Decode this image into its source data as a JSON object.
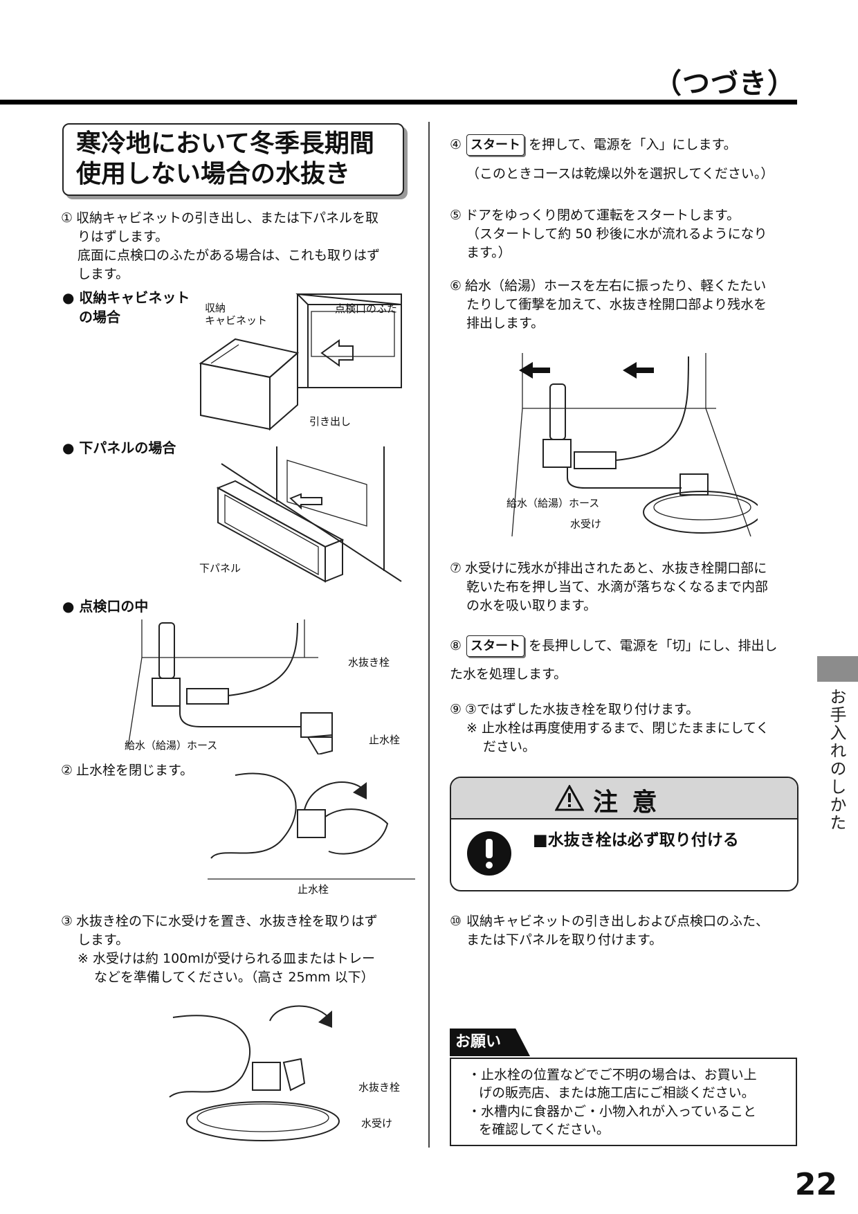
{
  "header": {
    "title": "（つづき）"
  },
  "section": {
    "title_line1": "寒冷地において冬季長期間",
    "title_line2": "使用しない場合の水抜き"
  },
  "left": {
    "step1": {
      "num": "①",
      "line1": "収納キャビネットの引き出し、または下パネルを取",
      "line2": "りはずします。",
      "line3": "底面に点検口のふたがある場合は、これも取りはず",
      "line4": "します。"
    },
    "bullet_cabinet": {
      "line1": "● 収納キャビネット",
      "line2": "の場合"
    },
    "fig1_labels": {
      "cabinet_1": "収納",
      "cabinet_2": "キャビネット",
      "lid": "点検口のふた",
      "drawer": "引き出し"
    },
    "bullet_panel": "● 下パネルの場合",
    "fig2_labels": {
      "panel": "下パネル"
    },
    "bullet_inside": "● 点検口の中",
    "fig3_labels": {
      "drain_plug": "水抜き栓",
      "hose": "給水（給湯）ホース",
      "stop_valve": "止水栓"
    },
    "step2": {
      "num": "②",
      "text": "止水栓を閉じます。"
    },
    "fig4_labels": {
      "stop_valve": "止水栓"
    },
    "step3": {
      "num": "③",
      "line1": "水抜き栓の下に水受けを置き、水抜き栓を取りはず",
      "line2": "します。",
      "note1": "※ 水受けは約 100mlが受けられる皿またはトレー",
      "note2": "などを準備してください。（高さ 25mm 以下）"
    },
    "fig5_labels": {
      "drain_plug": "水抜き栓",
      "tray": "水受け"
    }
  },
  "right": {
    "step4": {
      "num": "④",
      "key": "スタート",
      "text": "を押して、電源を「入」にします。",
      "note": "（このときコースは乾燥以外を選択してください。）"
    },
    "step5": {
      "num": "⑤",
      "line1": "ドアをゆっくり閉めて運転をスタートします。",
      "line2": "（スタートして約 50 秒後に水が流れるようになり",
      "line3": "ます。）"
    },
    "step6": {
      "num": "⑥",
      "line1": "給水（給湯）ホースを左右に振ったり、軽くたたい",
      "line2": "たりして衝撃を加えて、水抜き栓開口部より残水を",
      "line3": "排出します。"
    },
    "fig6_labels": {
      "hose": "給水（給湯）ホース",
      "tray": "水受け"
    },
    "step7": {
      "num": "⑦",
      "line1": "水受けに残水が排出されたあと、水抜き栓開口部に",
      "line2": "乾いた布を押し当て、水滴が落ちなくなるまで内部",
      "line3": "の水を吸い取ります。"
    },
    "step8": {
      "num": "⑧",
      "key": "スタート",
      "text": "を長押しして、電源を「切」にし、排出し",
      "line2": "た水を処理します。"
    },
    "step9": {
      "num": "⑨",
      "line1": "③ではずした水抜き栓を取り付けます。",
      "note1": "※ 止水栓は再度使用するまで、閉じたままにしてく",
      "note2": "ださい。"
    },
    "caution": {
      "title": "注 意",
      "text": "■水抜き栓は必ず取り付ける"
    },
    "step10": {
      "num": "⑩",
      "line1": "収納キャビネットの引き出しおよび点検口のふた、",
      "line2": "または下パネルを取り付けます。"
    },
    "request": {
      "tag": "お願い",
      "item1_line1": "・止水栓の位置などでご不明の場合は、お買い上",
      "item1_line2": "げの販売店、または施工店にご相談ください。",
      "item2_line1": "・水槽内に食器かご・小物入れが入っていること",
      "item2_line2": "を確認してください。"
    }
  },
  "side_tab": {
    "text": "お手入れのしかた"
  },
  "page_number": "22"
}
